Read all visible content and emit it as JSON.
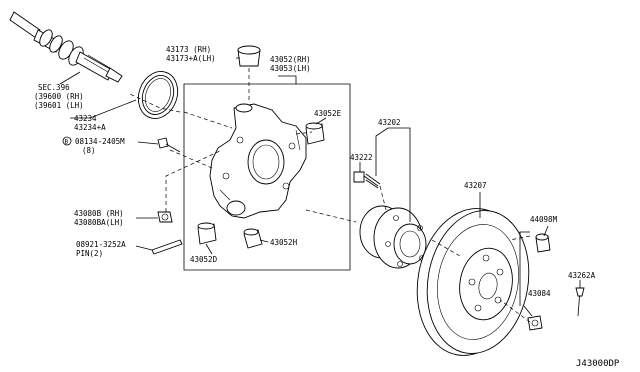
{
  "diagram_id": "J43000DP",
  "labels": {
    "sec396": "SEC.396",
    "l39600": "(39600 (RH)",
    "l39601": "(39601 (LH)",
    "l43173": "43173  (RH)",
    "l43173a": "43173+A(LH)",
    "l43052": "43052(RH)",
    "l43053": "43053(LH)",
    "l43052e": "43052E",
    "l43202": "43202",
    "l43222": "43222",
    "l43234": "43234",
    "l43234a": "43234+A",
    "bolt_circle": "B",
    "l08134": "08134-2405M",
    "l08134q": "(8)",
    "l43080b": "43080B (RH)",
    "l43080ba": "43080BA(LH)",
    "l08921": "08921-3252A",
    "pin": "PIN(2)",
    "l43052d": "43052D",
    "l43052h": "43052H",
    "l43207": "43207",
    "l44098m": "44098M",
    "l43084": "43084",
    "l43262a": "43262A"
  }
}
